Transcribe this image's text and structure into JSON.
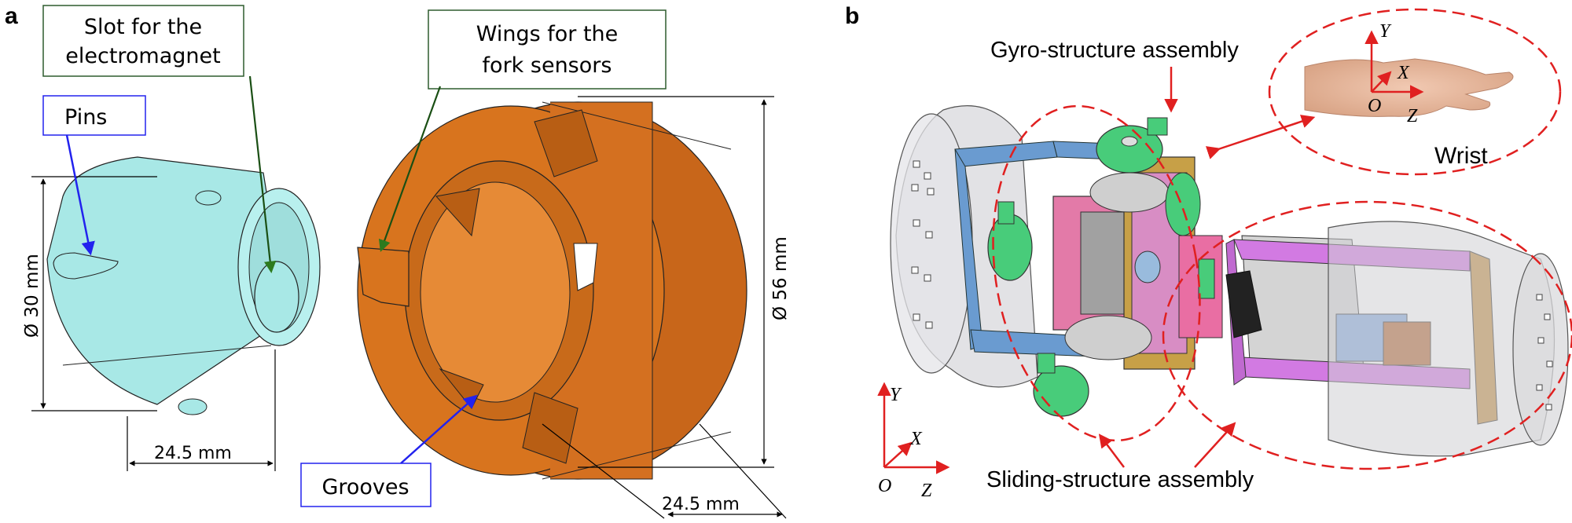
{
  "panel_a": {
    "letter": "a",
    "slot_label_line1": "Slot for the",
    "slot_label_line2": "electromagnet",
    "wings_label_line1": "Wings for the",
    "wings_label_line2": "fork sensors",
    "pins_label": "Pins",
    "grooves_label": "Grooves",
    "dim_diameter_small": "Ø 30 mm",
    "dim_length_small": "24.5 mm",
    "dim_diameter_large": "Ø 56 mm",
    "dim_length_large": "24.5 mm"
  },
  "panel_b": {
    "letter": "b",
    "gyro_label": "Gyro-structure assembly",
    "sliding_label": "Sliding-structure assembly",
    "wrist_label": "Wrist",
    "axes_main": {
      "y": "Y",
      "x": "X",
      "o": "O",
      "z": "Z"
    },
    "axes_wrist": {
      "y": "Y",
      "x": "X",
      "o": "O",
      "z": "Z"
    }
  },
  "colors": {
    "cyan_part": "#a8e8e6",
    "orange_part": "#d8741e",
    "label_box_green": "#2e5c2e",
    "label_box_blue": "#2a2ae0",
    "arrow_red": "#e02020"
  }
}
